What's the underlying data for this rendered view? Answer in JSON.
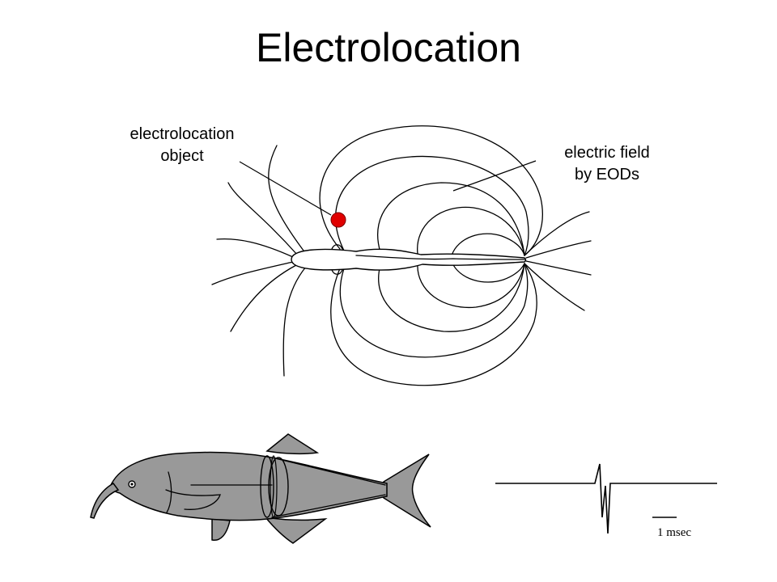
{
  "slide": {
    "title": "Electrolocation"
  },
  "field_diagram": {
    "object_label_line1": "electrolocation",
    "object_label_line2": "object",
    "field_label_line1": "electric field",
    "field_label_line2": "by EODs",
    "object_color": "#e00000"
  },
  "fish": {
    "body_color": "#999999"
  },
  "waveform": {
    "scale_label": "1 msec"
  }
}
